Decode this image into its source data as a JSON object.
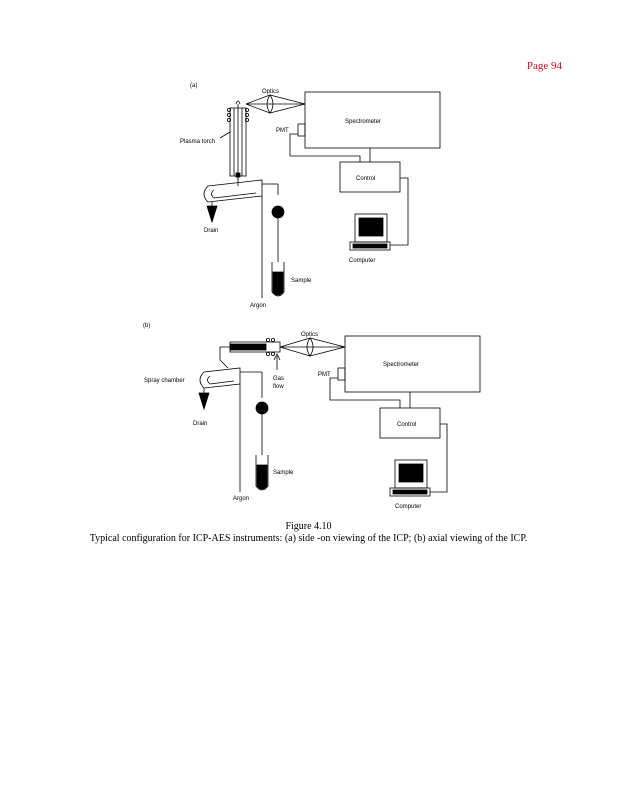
{
  "page": {
    "number": "Page 94"
  },
  "figure": {
    "panel_a": {
      "label": "(a)",
      "optics": "Optics",
      "spectrometer": "Spectrometer",
      "pmt": "PMT",
      "plasma_torch": "Plasma torch",
      "control": "Control",
      "drain": "Drain",
      "computer": "Computer",
      "sample": "Sample",
      "argon": "Argon"
    },
    "panel_b": {
      "label": "(b)",
      "optics": "Optics",
      "spectrometer": "Spectrometer",
      "pmt": "PMT",
      "spray_chamber": "Spray chamber",
      "gas": "Gas",
      "flow": "flow",
      "control": "Control",
      "drain": "Drain",
      "computer": "Computer",
      "sample": "Sample",
      "argon": "Argon"
    }
  },
  "caption": {
    "title": "Figure 4.10",
    "text": "Typical configuration for ICP-AES instruments: (a) side -on viewing of the ICP; (b) axial viewing of the ICP."
  }
}
